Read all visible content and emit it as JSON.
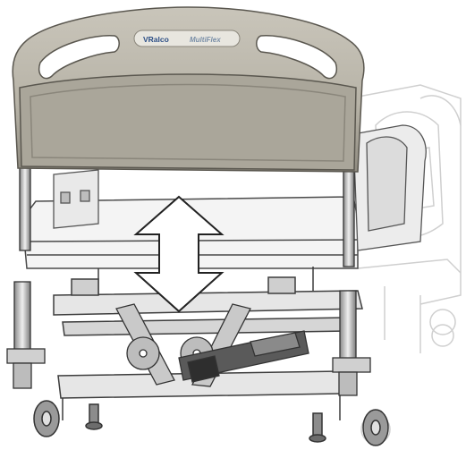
{
  "logo": {
    "brand_primary": "VRalco",
    "brand_secondary": "MultiFlex"
  },
  "colors": {
    "headboard": "#b9b5a9",
    "headboard_dark": "#7f7b70",
    "line_art": "#3a3a3a",
    "ghost_line": "#c8c8c8",
    "metal": "#d9d9d9",
    "arrow_fill": "#ffffff"
  },
  "icons": {
    "arrow": "double-vertical-arrow",
    "casters": "caster-wheel"
  }
}
